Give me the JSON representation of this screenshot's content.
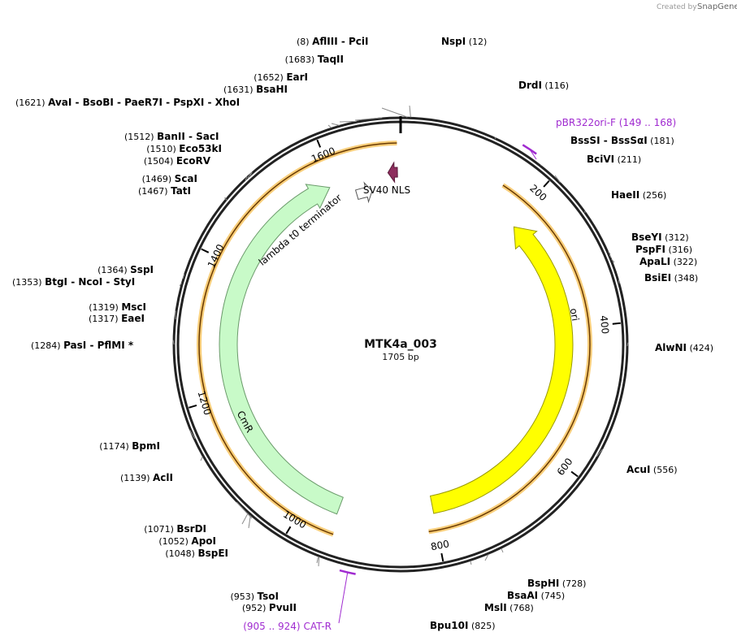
{
  "credit": {
    "prefix": "Created by",
    "brand": "SnapGene"
  },
  "plasmid": {
    "name": "MTK4a_003",
    "length": "1705 bp",
    "total_bp": 1705
  },
  "ticks": [
    {
      "label": "200",
      "pos": 200
    },
    {
      "label": "400",
      "pos": 400
    },
    {
      "label": "600",
      "pos": 600
    },
    {
      "label": "800",
      "pos": 800
    },
    {
      "label": "1000",
      "pos": 1000
    },
    {
      "label": "1200",
      "pos": 1200
    },
    {
      "label": "1400",
      "pos": 1400
    },
    {
      "label": "1600",
      "pos": 1600
    }
  ],
  "features": [
    {
      "name": "ori",
      "start": 208,
      "end": 800,
      "color": "#ffff00",
      "stroke": "#9a9a00",
      "direction": "ccw"
    },
    {
      "name": "CmR",
      "start": 950,
      "end": 1590,
      "color": "#c8fac8",
      "stroke": "#6a9a6a",
      "direction": "cw"
    },
    {
      "name": "lambda t0 terminator",
      "start": 1628,
      "end": 1655,
      "color": "#ffffff",
      "stroke": "#555555",
      "direction": "cw"
    },
    {
      "name": "SV40 NLS",
      "start": 1685,
      "end": 1700,
      "color": "#8e2e5e",
      "stroke": "#5a1a3a",
      "direction": "ccw"
    }
  ],
  "enzymes": [
    {
      "name": "AflIII",
      "alt": [
        "PciI"
      ],
      "pos": "(8)",
      "bp": 8
    },
    {
      "name": "NspI",
      "alt": [],
      "pos": "(12)",
      "bp": 12
    },
    {
      "name": "DrdI",
      "alt": [],
      "pos": "(116)",
      "bp": 116
    },
    {
      "name": "BssSI",
      "alt": [
        "BssSαI"
      ],
      "pos": "(181)",
      "bp": 181
    },
    {
      "name": "BciVI",
      "alt": [],
      "pos": "(211)",
      "bp": 211
    },
    {
      "name": "HaeII",
      "alt": [],
      "pos": "(256)",
      "bp": 256
    },
    {
      "name": "BseYI",
      "alt": [],
      "pos": "(312)",
      "bp": 312
    },
    {
      "name": "PspFI",
      "alt": [],
      "pos": "(316)",
      "bp": 316
    },
    {
      "name": "ApaLI",
      "alt": [],
      "pos": "(322)",
      "bp": 322
    },
    {
      "name": "BsiEI",
      "alt": [],
      "pos": "(348)",
      "bp": 348
    },
    {
      "name": "AlwNI",
      "alt": [],
      "pos": "(424)",
      "bp": 424
    },
    {
      "name": "AcuI",
      "alt": [],
      "pos": "(556)",
      "bp": 556
    },
    {
      "name": "BspHI",
      "alt": [],
      "pos": "(728)",
      "bp": 728
    },
    {
      "name": "BsaAI",
      "alt": [],
      "pos": "(745)",
      "bp": 745
    },
    {
      "name": "MslI",
      "alt": [],
      "pos": "(768)",
      "bp": 768
    },
    {
      "name": "Bpu10I",
      "alt": [],
      "pos": "(825)",
      "bp": 825
    },
    {
      "name": "TsoI",
      "alt": [],
      "pos": "(953)",
      "bp": 953
    },
    {
      "name": "PvuII",
      "alt": [],
      "pos": "(952)",
      "bp": 952
    },
    {
      "name": "BsrDI",
      "alt": [],
      "pos": "(1071)",
      "bp": 1071
    },
    {
      "name": "ApoI",
      "alt": [],
      "pos": "(1052)",
      "bp": 1052
    },
    {
      "name": "BspEI",
      "alt": [],
      "pos": "(1048)",
      "bp": 1048
    },
    {
      "name": "AclI",
      "alt": [],
      "pos": "(1139)",
      "bp": 1139
    },
    {
      "name": "BpmI",
      "alt": [],
      "pos": "(1174)",
      "bp": 1174
    },
    {
      "name": "PasI",
      "alt": [
        "PflMI *"
      ],
      "pos": "(1284)",
      "bp": 1284
    },
    {
      "name": "MscI",
      "alt": [],
      "pos": "(1319)",
      "bp": 1319
    },
    {
      "name": "EaeI",
      "alt": [],
      "pos": "(1317)",
      "bp": 1317
    },
    {
      "name": "SspI",
      "alt": [],
      "pos": "(1364)",
      "bp": 1364
    },
    {
      "name": "BtgI",
      "alt": [
        "NcoI",
        "StyI"
      ],
      "pos": "(1353)",
      "bp": 1353
    },
    {
      "name": "ScaI",
      "alt": [],
      "pos": "(1469)",
      "bp": 1469
    },
    {
      "name": "TatI",
      "alt": [],
      "pos": "(1467)",
      "bp": 1467
    },
    {
      "name": "BanII",
      "alt": [
        "SacI"
      ],
      "pos": "(1512)",
      "bp": 1512
    },
    {
      "name": "Eco53kI",
      "alt": [],
      "pos": "(1510)",
      "bp": 1510
    },
    {
      "name": "EcoRV",
      "alt": [],
      "pos": "(1504)",
      "bp": 1504
    },
    {
      "name": "AvaI",
      "alt": [
        "BsoBI",
        "PaeR7I",
        "PspXI",
        "XhoI"
      ],
      "pos": "(1621)",
      "bp": 1621
    },
    {
      "name": "BsaHI",
      "alt": [],
      "pos": "(1631)",
      "bp": 1631
    },
    {
      "name": "EarI",
      "alt": [],
      "pos": "(1652)",
      "bp": 1652
    },
    {
      "name": "TaqII",
      "alt": [],
      "pos": "(1683)",
      "bp": 1683
    }
  ],
  "primers": [
    {
      "name": "pBR322ori-F",
      "pos": "(149 .. 168)",
      "start": 149,
      "end": 168
    },
    {
      "name": "CAT-R",
      "pos": "(905 .. 924)",
      "start": 905,
      "end": 924
    }
  ]
}
